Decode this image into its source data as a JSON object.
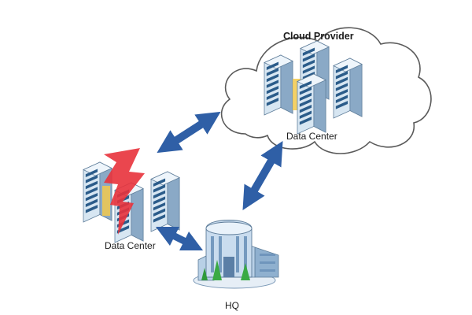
{
  "labels": {
    "cloud_title": "Cloud Provider",
    "cloud_dc": "Data Center",
    "left_dc": "Data Center",
    "hq": "HQ"
  },
  "colors": {
    "arrow": "#2f5fa6",
    "server_face": "#d7e6f2",
    "server_side": "#8aa9c6",
    "server_top": "#eef5fb",
    "server_slot": "#2b5c8a",
    "server_accent": "#f2c94c",
    "lightning": "#e8323b",
    "cloud_stroke": "#5a5a5a",
    "building_body": "#b8d0e6",
    "building_dark": "#6c93ba",
    "tree": "#3aaa44"
  },
  "icons": [
    "server-rack-icon",
    "lightning-bolt-icon",
    "cloud-icon",
    "office-building-icon",
    "double-arrow-icon"
  ]
}
